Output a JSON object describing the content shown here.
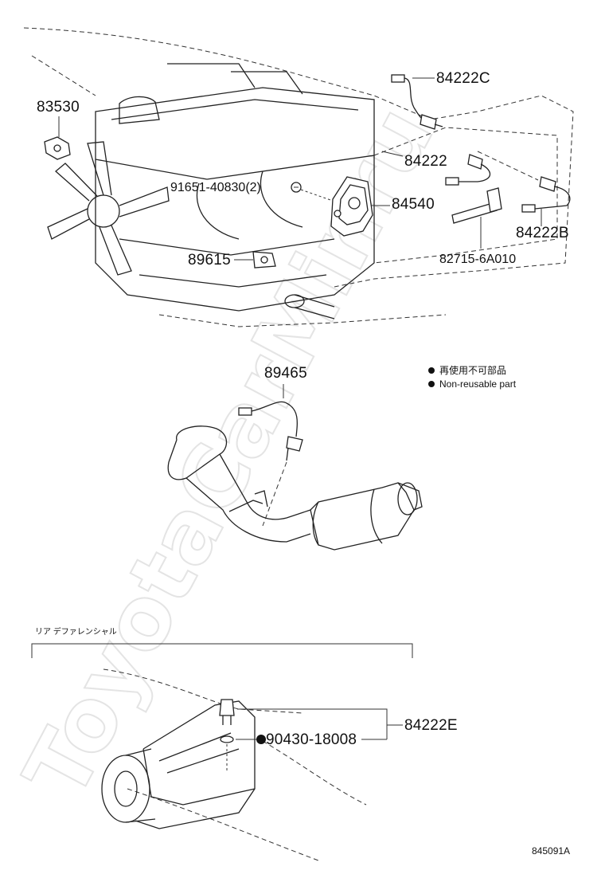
{
  "watermark": "ToyotaCarMir.ru",
  "labels": {
    "p83530": "83530",
    "p84222C": "84222C",
    "p84222": "84222",
    "p91651": "91651-40830(2)",
    "p84540": "84540",
    "p84222B": "84222B",
    "p89615": "89615",
    "p82715": "82715-6A010",
    "p89465": "89465",
    "p84222E": "84222E",
    "p90430": "90430-18008",
    "diagram_code": "845091A"
  },
  "legend": {
    "jp": "再使用不可部品",
    "en": "Non-reusable part"
  },
  "section": {
    "rear_diff": "リア デファレンシャル"
  },
  "colors": {
    "ink": "#111111",
    "watermark": "#e4e4e4"
  }
}
